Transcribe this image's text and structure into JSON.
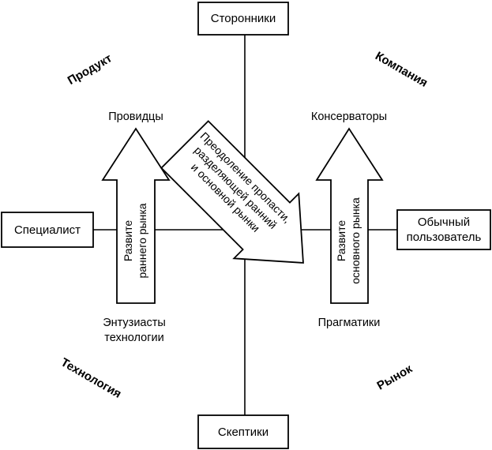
{
  "axes": {
    "top": "Сторонники",
    "bottom": "Скептики",
    "left": "Специалист",
    "right": [
      "Обычный",
      "пользователь"
    ]
  },
  "corners": {
    "top_left": "Продукт",
    "top_right": "Компания",
    "bottom_left": "Технология",
    "bottom_right": "Рынок"
  },
  "nodes": {
    "visionaries": "Провидцы",
    "conservatives": "Консерваторы",
    "enthusiasts": [
      "Энтузиасты",
      "технологии"
    ],
    "pragmatists": "Прагматики"
  },
  "arrows": {
    "early_market": [
      "Развите",
      "раннего рынка"
    ],
    "main_market": [
      "Развите",
      "основного рынка"
    ],
    "chasm": [
      "Преодоление пропасти,",
      "разделяющей ранний",
      "и основной рынки"
    ]
  },
  "colors": {
    "stroke": "#000000",
    "fill": "#ffffff"
  }
}
